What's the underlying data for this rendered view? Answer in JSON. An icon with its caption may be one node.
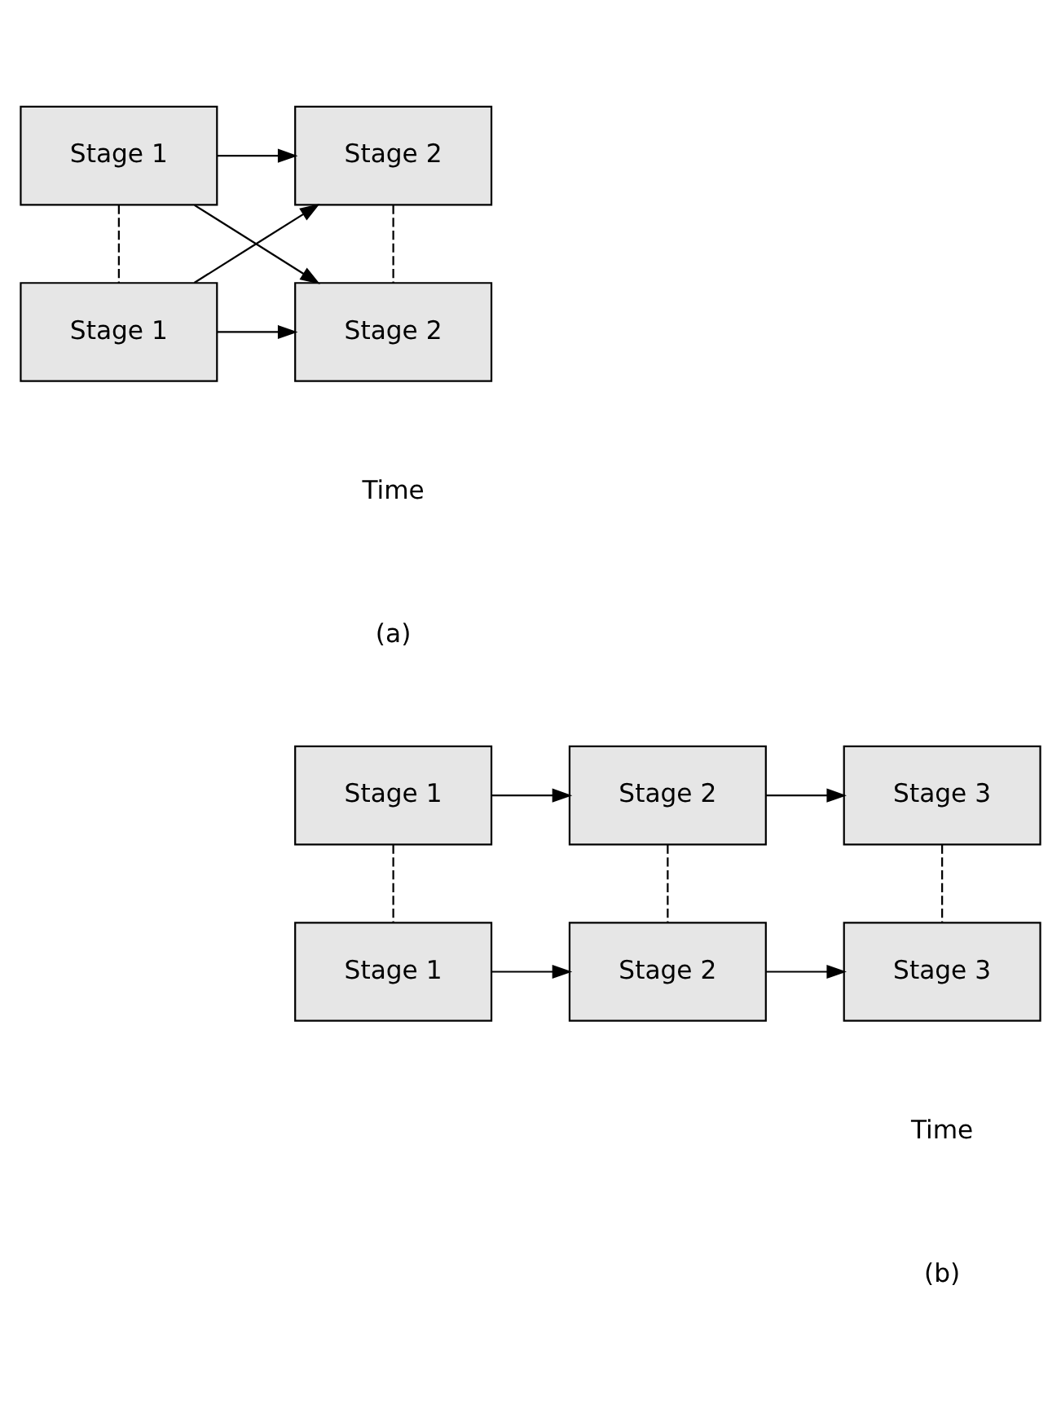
{
  "diagram": {
    "nodes": [
      {
        "text": [
          "Stage 1"
        ]
      },
      {
        "text": [
          "Stage 1"
        ]
      },
      {
        "text": [
          "Stage 2"
        ]
      },
      {
        "text": [
          "Stage 2"
        ]
      },
      {
        "text": [
          "Stage 1"
        ]
      },
      {
        "text": [
          "Stage 2"
        ]
      },
      {
        "text": [
          "Stage 3"
        ]
      },
      {
        "text": [
          "Stage 1"
        ]
      },
      {
        "text": [
          "Stage 2"
        ]
      },
      {
        "text": [
          "Stage 3"
        ]
      }
    ],
    "edges": [
      {
        "from": 0,
        "to": 1,
        "arrow": "none",
        "style": "dashed"
      },
      {
        "from": 0,
        "to": 2,
        "arrow": "to"
      },
      {
        "from": 0,
        "to": 3,
        "arrow": "to"
      },
      {
        "from": 1,
        "to": 2,
        "arrow": "to"
      },
      {
        "from": 1,
        "to": 3,
        "arrow": "to"
      },
      {
        "from": 2,
        "to": 3,
        "arrow": "none",
        "style": "dashed"
      },
      {
        "from": 4,
        "to": 5,
        "arrow": "to"
      },
      {
        "from": 5,
        "to": 6,
        "arrow": "to"
      },
      {
        "from": 4,
        "to": 7,
        "arrow": "none",
        "style": "dashed"
      },
      {
        "from": 5,
        "to": 8,
        "arrow": "none",
        "style": "dashed"
      },
      {
        "from": 6,
        "to": 9,
        "arrow": "none",
        "style": "dashed"
      },
      {
        "from": 7,
        "to": 8,
        "arrow": "to"
      },
      {
        "from": 8,
        "to": 9,
        "arrow": "to"
      }
    ],
    "labels": [
      "Time",
      "(a)",
      "Time",
      "(b)"
    ]
  }
}
